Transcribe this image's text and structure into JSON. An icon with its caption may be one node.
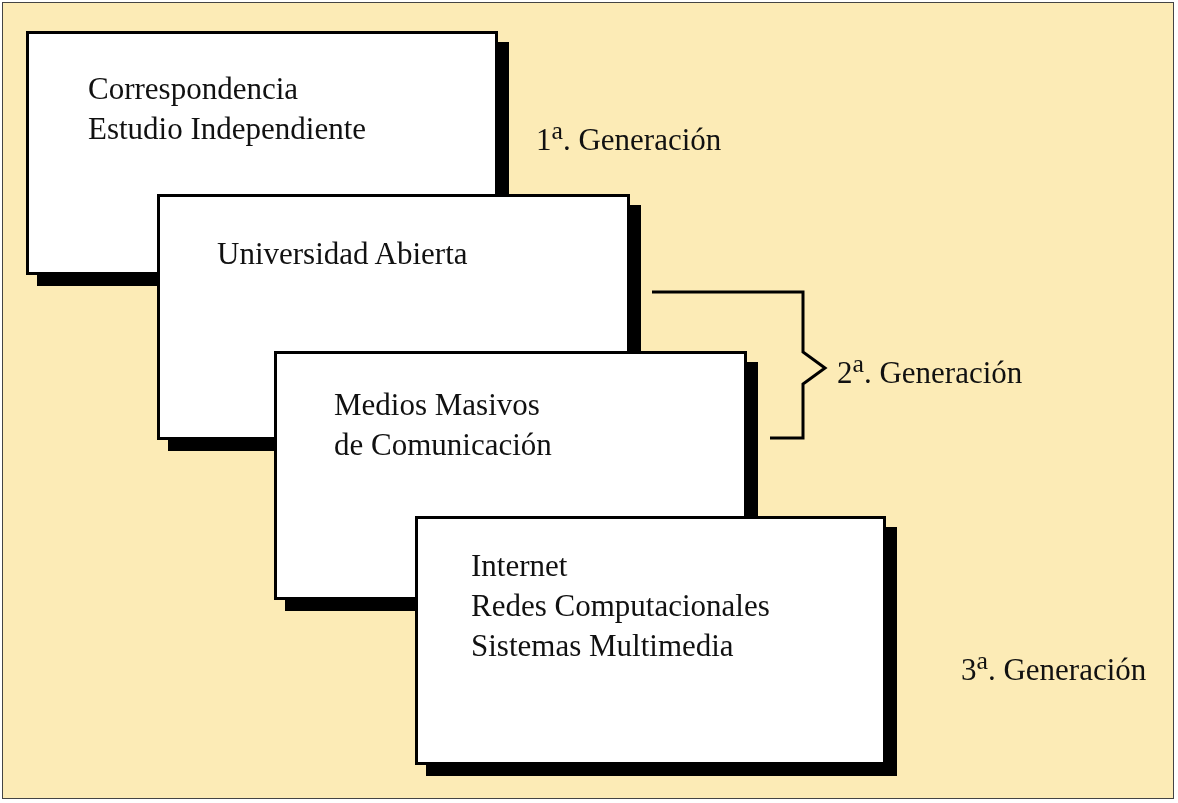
{
  "diagram": {
    "nodes": [
      {
        "text": [
          "Correspondencia",
          "Estudio Independiente"
        ]
      },
      {
        "text": [
          "Universidad Abierta"
        ]
      },
      {
        "text": [
          "Medios Masivos de Comunicación"
        ]
      },
      {
        "text": [
          "Internet",
          "Redes Computacionales",
          "Sistemas Multimedia"
        ]
      }
    ],
    "edges": [],
    "labels": [
      "1$^{a}$. Generación",
      "2$^{a}$. Generación",
      "3$^{a}$. Generación"
    ]
  }
}
